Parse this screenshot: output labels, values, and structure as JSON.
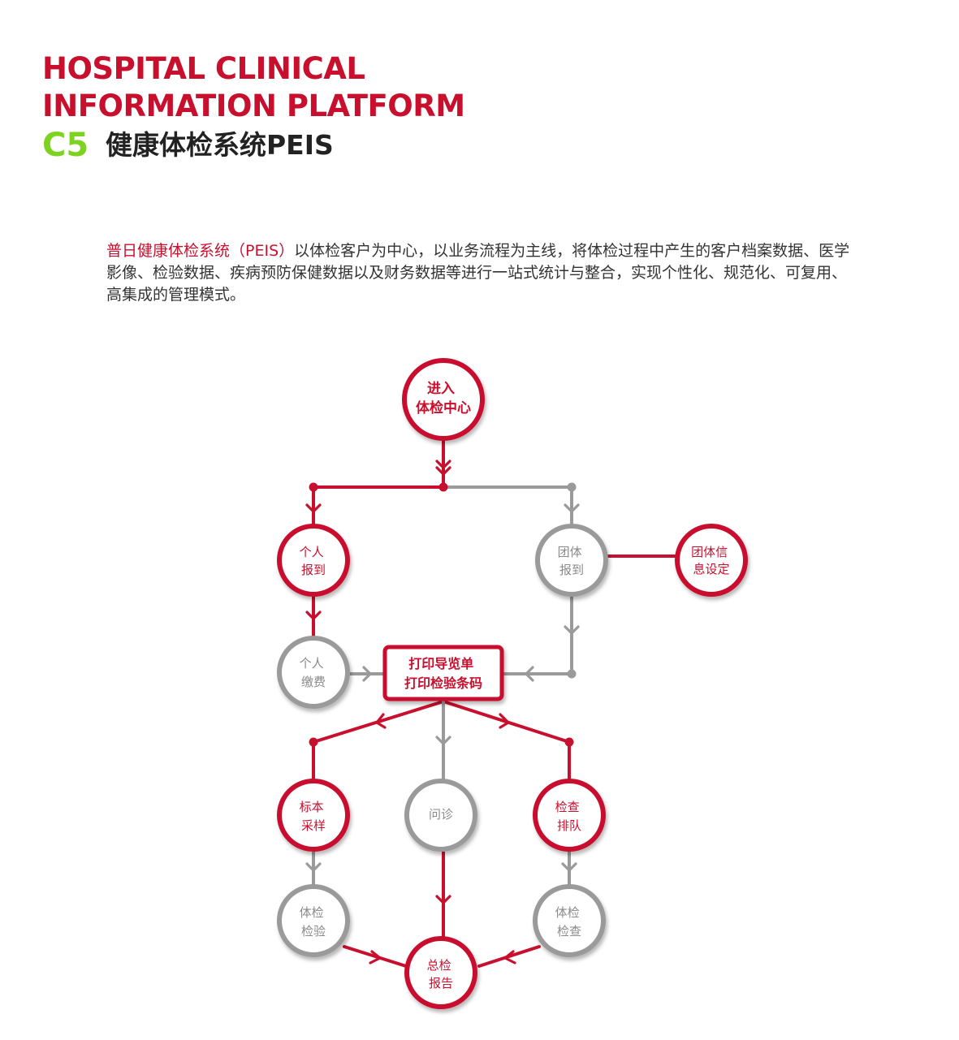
{
  "header": {
    "title_line1": "HOSPITAL CLINICAL",
    "title_line2": "INFORMATION PLATFORM",
    "code": "C5",
    "subtitle": "健康体检系统PEIS"
  },
  "intro": {
    "highlight": "普日健康体检系统（PEIS）",
    "text": "以体检客户为中心，以业务流程为主线，将体检过程中产生的客户档案数据、医学影像、检验数据、疾病预防保健数据以及财务数据等进行一站式统计与整合，实现个性化、规范化、可复用、高集成的管理模式。"
  },
  "colors": {
    "brand_red": "#c8102e",
    "accent_green": "#7ed321",
    "inactive_gray": "#9a9a9a"
  },
  "flow": {
    "nodes": {
      "enter": {
        "line1": "进入",
        "line2": "体检中心",
        "active": true
      },
      "personal_checkin": {
        "line1": "个人",
        "line2": "报到",
        "active": true
      },
      "group_checkin": {
        "line1": "团体",
        "line2": "报到",
        "active": false
      },
      "group_setup": {
        "line1": "团体信",
        "line2": "息设定",
        "active": true
      },
      "personal_payment": {
        "line1": "个人",
        "line2": "缴费",
        "active": false
      },
      "print": {
        "line1": "打印导览单",
        "line2": "打印检验条码",
        "active": true
      },
      "sample": {
        "line1": "标本",
        "line2": "采样",
        "active": true
      },
      "consult": {
        "line1": "问诊",
        "line2": "",
        "active": false
      },
      "queue": {
        "line1": "检查",
        "line2": "排队",
        "active": true
      },
      "lab": {
        "line1": "体检",
        "line2": "检验",
        "active": false
      },
      "exam": {
        "line1": "体检",
        "line2": "检查",
        "active": false
      },
      "report": {
        "line1": "总检",
        "line2": "报告",
        "active": true
      }
    }
  }
}
